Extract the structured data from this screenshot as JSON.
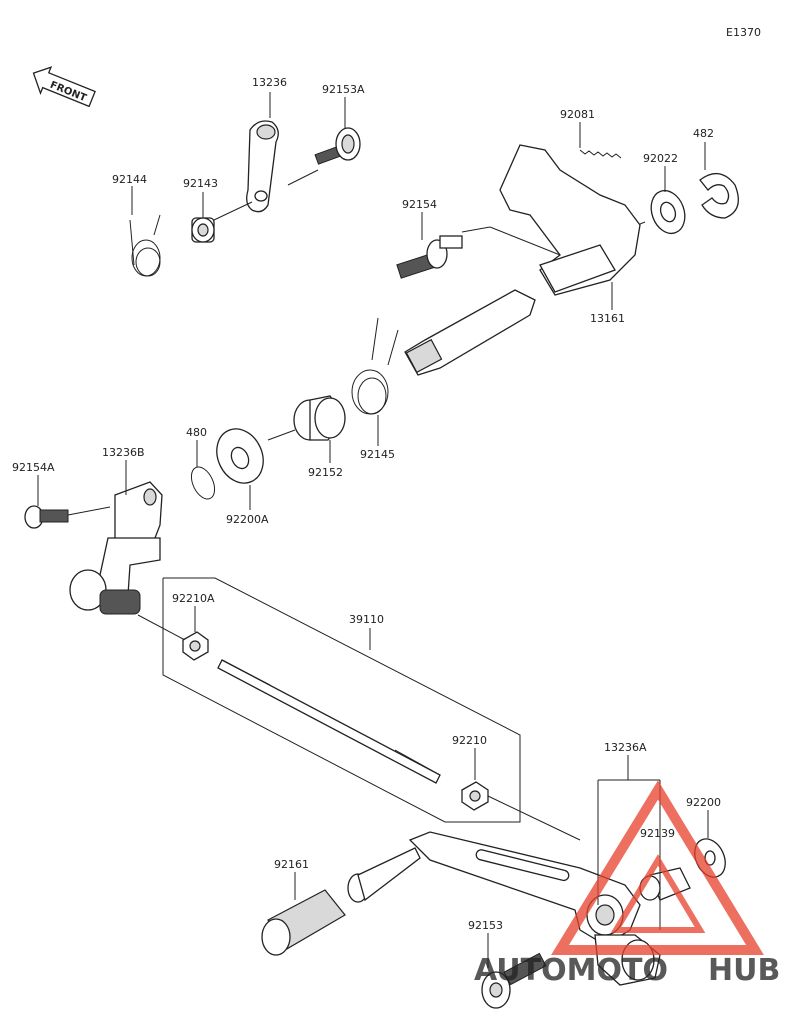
{
  "diagram_code": "E1370",
  "front_label": "FRONT",
  "labels": {
    "p13236": "13236",
    "p92153A": "92153A",
    "p92144": "92144",
    "p92143": "92143",
    "p92081": "92081",
    "p482": "482",
    "p92022": "92022",
    "p92154": "92154",
    "p13161": "13161",
    "p480": "480",
    "p92152": "92152",
    "p92145": "92145",
    "p92200A": "92200A",
    "p92154A": "92154A",
    "p13236B": "13236B",
    "p92210A": "92210A",
    "p39110": "39110",
    "p92210": "92210",
    "p13236A": "13236A",
    "p92200": "92200",
    "p92139": "92139",
    "p92161": "92161",
    "p92153": "92153"
  },
  "watermark": {
    "part1": "AUTOMOTO",
    "part2": "HUB",
    "color_primary": "#e8402a",
    "color_secondary": "#f3b400",
    "color_dark": "#4a4a4a"
  }
}
